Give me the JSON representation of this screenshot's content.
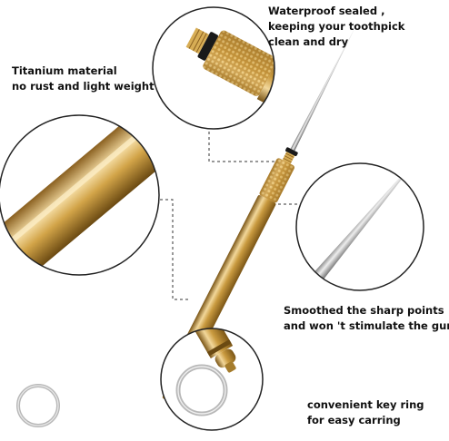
{
  "captions": {
    "waterproof": [
      "Waterproof sealed ,",
      "keeping your toothpick",
      "clean and dry"
    ],
    "titanium": [
      "Titanium material",
      "no rust and light weight"
    ],
    "smooth": [
      "Smoothed the sharp points",
      "and won 't stimulate the gum"
    ],
    "keyring": [
      "convenient key ring",
      "for easy carring"
    ]
  },
  "colors": {
    "gold_light": "#f2d79a",
    "gold_mid": "#c99a3f",
    "gold_dark": "#7a5516",
    "steel_light": "#e6e6e6",
    "steel_dark": "#6e6e6e",
    "ring_silver": "#b8b8b8",
    "seal_black": "#1a1a1a",
    "guide_line": "#333333"
  }
}
